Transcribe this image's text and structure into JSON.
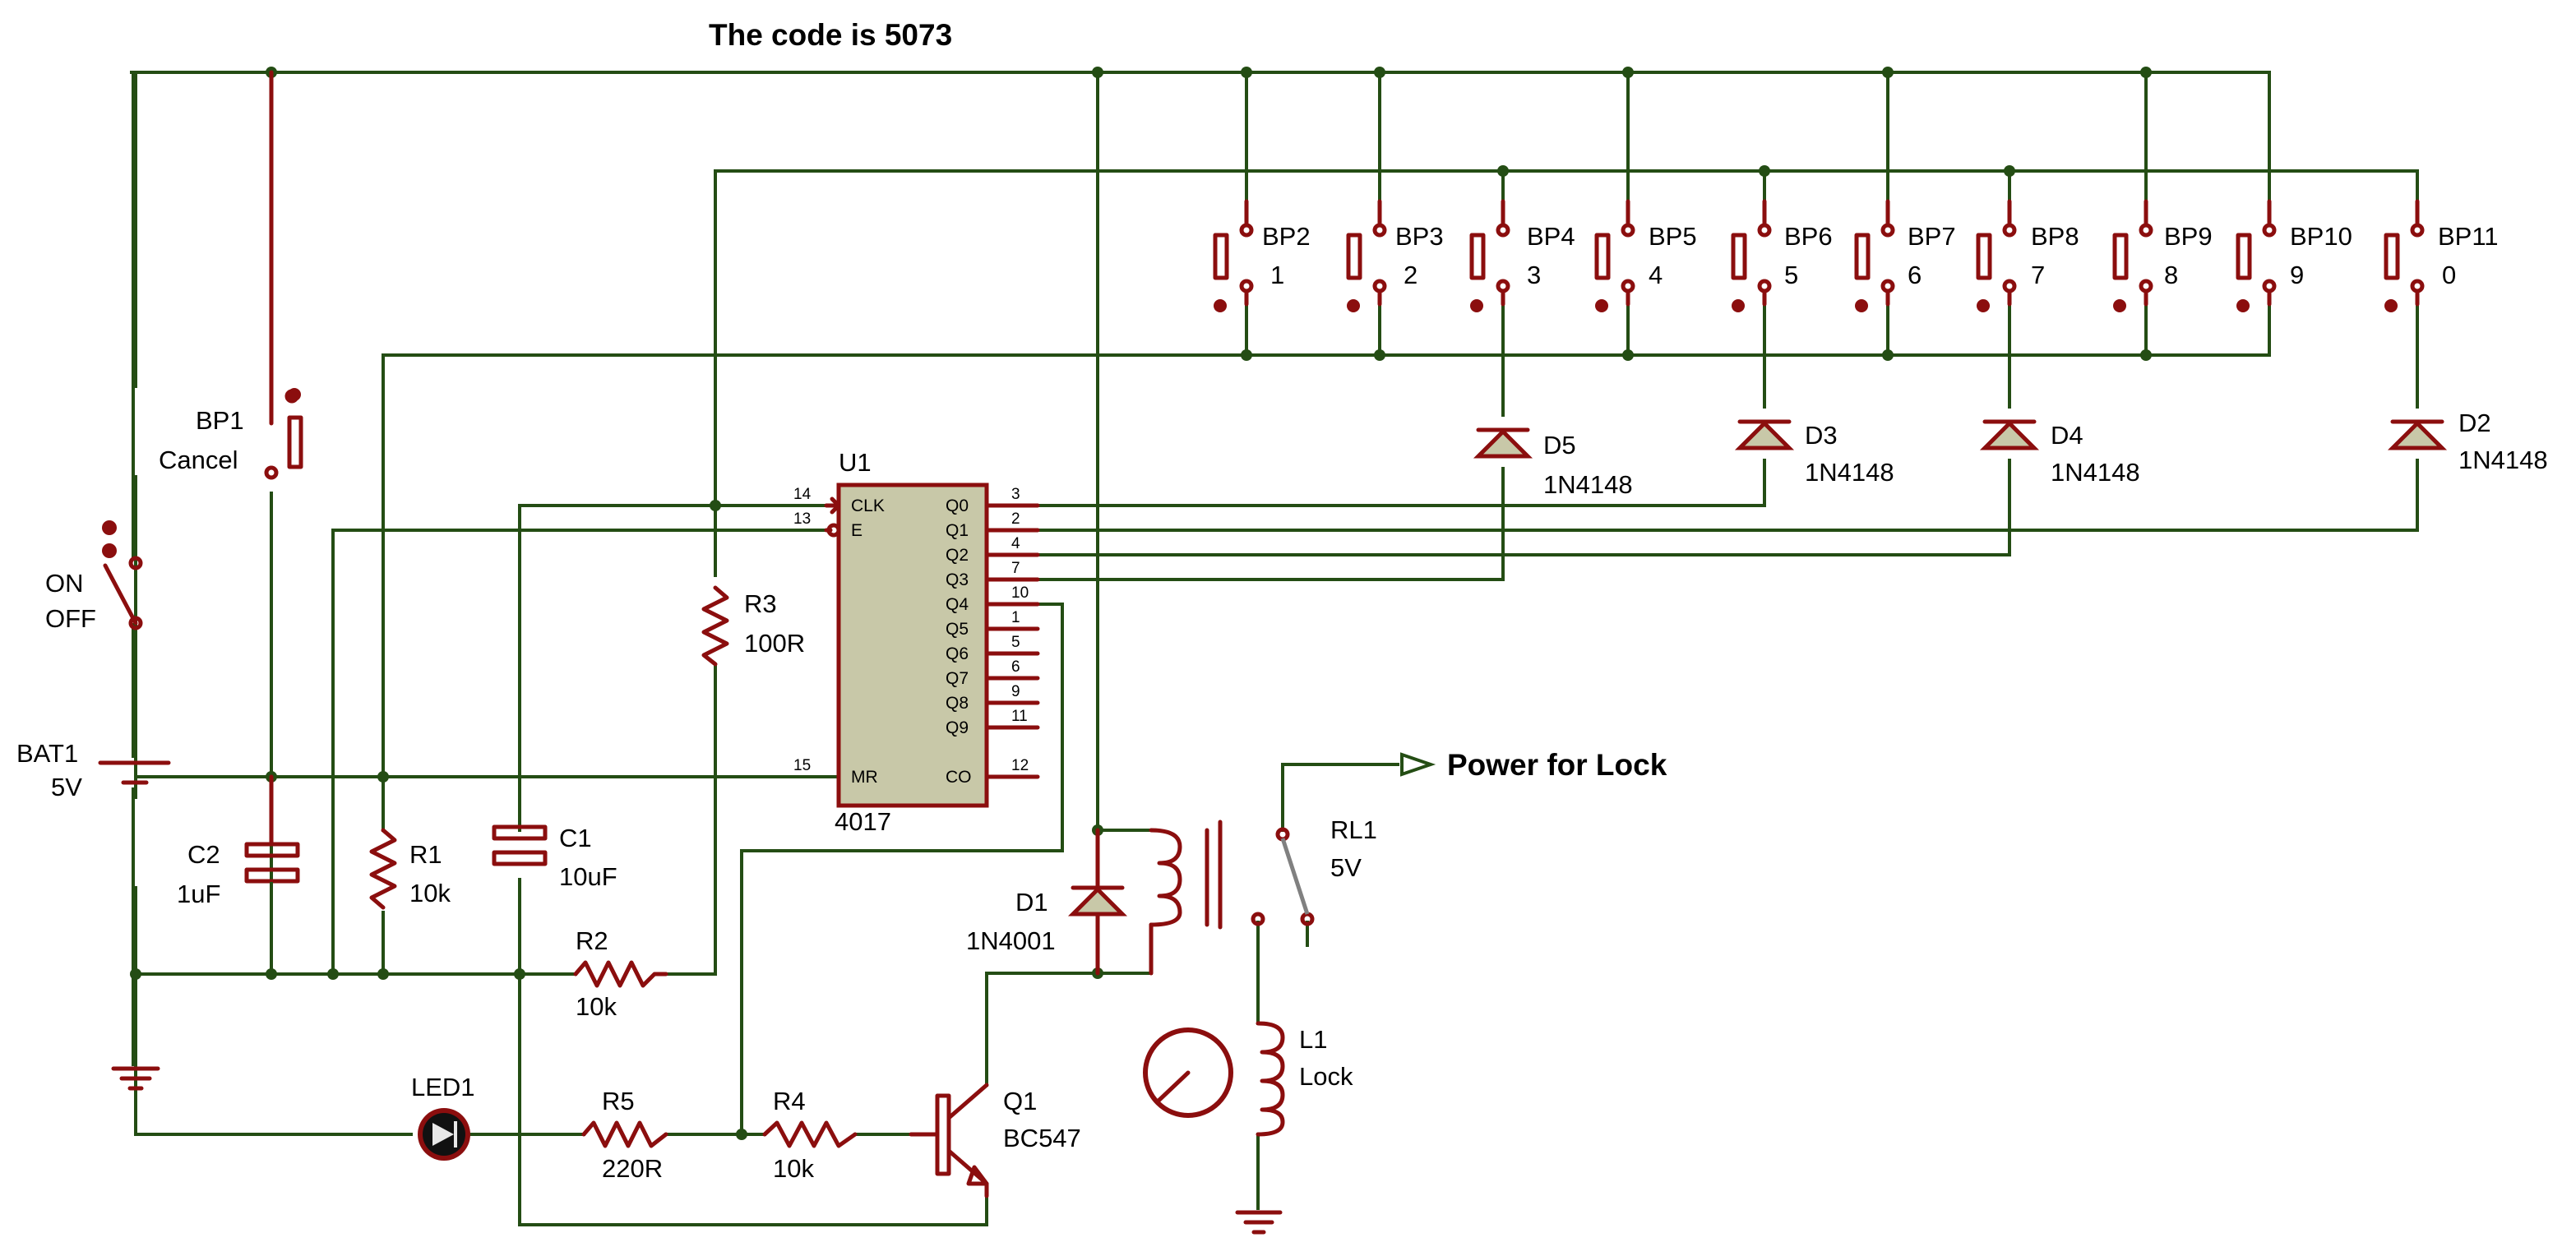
{
  "title": "The code is 5073",
  "chip": {
    "ref": "U1",
    "part": "4017",
    "pins_left": [
      {
        "num": "14",
        "name": "CLK"
      },
      {
        "num": "13",
        "name": "E"
      },
      {
        "num": "15",
        "name": "MR"
      }
    ],
    "pins_right": [
      {
        "num": "3",
        "name": "Q0"
      },
      {
        "num": "2",
        "name": "Q1"
      },
      {
        "num": "4",
        "name": "Q2"
      },
      {
        "num": "7",
        "name": "Q3"
      },
      {
        "num": "10",
        "name": "Q4"
      },
      {
        "num": "1",
        "name": "Q5"
      },
      {
        "num": "5",
        "name": "Q6"
      },
      {
        "num": "6",
        "name": "Q7"
      },
      {
        "num": "9",
        "name": "Q8"
      },
      {
        "num": "11",
        "name": "Q9"
      },
      {
        "num": "12",
        "name": "CO"
      }
    ]
  },
  "keypad": [
    {
      "ref": "BP2",
      "key": "1"
    },
    {
      "ref": "BP3",
      "key": "2"
    },
    {
      "ref": "BP4",
      "key": "3"
    },
    {
      "ref": "BP5",
      "key": "4"
    },
    {
      "ref": "BP6",
      "key": "5"
    },
    {
      "ref": "BP7",
      "key": "6"
    },
    {
      "ref": "BP8",
      "key": "7"
    },
    {
      "ref": "BP9",
      "key": "8"
    },
    {
      "ref": "BP10",
      "key": "9"
    },
    {
      "ref": "BP11",
      "key": "0"
    }
  ],
  "diodes": [
    {
      "ref": "D5",
      "value": "1N4148"
    },
    {
      "ref": "D3",
      "value": "1N4148"
    },
    {
      "ref": "D4",
      "value": "1N4148"
    },
    {
      "ref": "D2",
      "value": "1N4148"
    },
    {
      "ref": "D1",
      "value": "1N4001"
    }
  ],
  "parts": {
    "bp1": {
      "ref": "BP1",
      "value": "Cancel"
    },
    "switch": {
      "on": "ON",
      "off": "OFF"
    },
    "battery": {
      "ref": "BAT1",
      "value": "5V"
    },
    "c2": {
      "ref": "C2",
      "value": "1uF"
    },
    "r1": {
      "ref": "R1",
      "value": "10k"
    },
    "c1": {
      "ref": "C1",
      "value": "10uF"
    },
    "r3": {
      "ref": "R3",
      "value": "100R"
    },
    "r2": {
      "ref": "R2",
      "value": "10k"
    },
    "led": {
      "ref": "LED1"
    },
    "r5": {
      "ref": "R5",
      "value": "220R"
    },
    "r4": {
      "ref": "R4",
      "value": "10k"
    },
    "q1": {
      "ref": "Q1",
      "value": "BC547"
    },
    "relay": {
      "ref": "RL1",
      "value": "5V"
    },
    "lock": {
      "ref": "L1",
      "value": "Lock"
    },
    "power_label": "Power for Lock"
  },
  "colors": {
    "wire": "#244d14",
    "component": "#8b0e0e",
    "chip_fill": "#c8c8a8",
    "text": "#000000"
  }
}
